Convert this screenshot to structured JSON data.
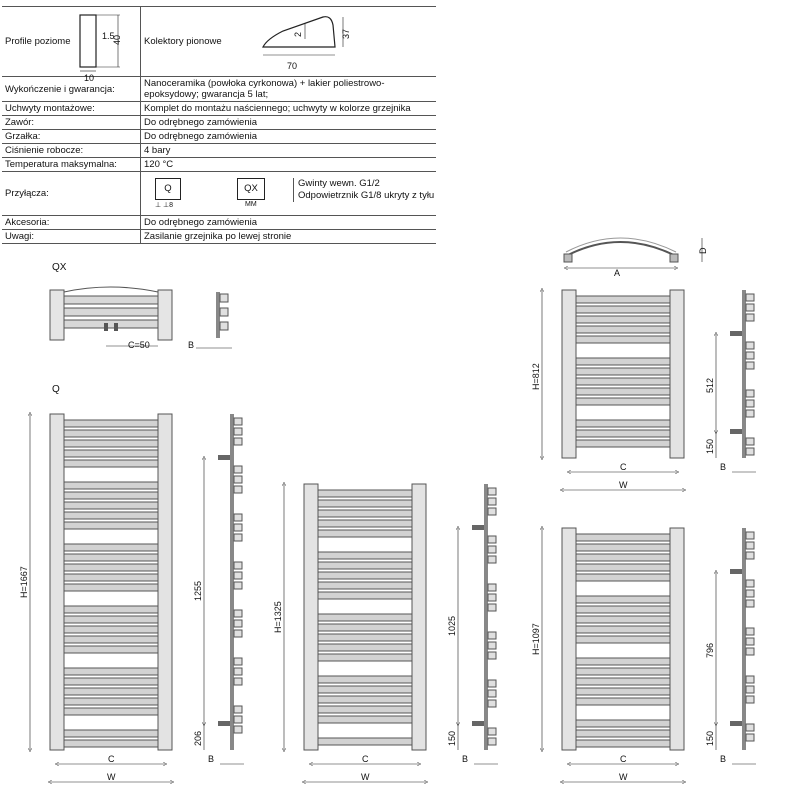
{
  "specs": {
    "profile_h_label": "Profile poziome",
    "profile_h_dims": {
      "w": "10",
      "t": "1.5",
      "h": "40"
    },
    "profile_v_label": "Kolektory pionowe",
    "profile_v_dims": {
      "w": "70",
      "t": "2",
      "h": "37"
    },
    "rows": [
      {
        "key": "Wykończenie i gwarancja:",
        "val": "Nanoceramika (powłoka cyrkonowa) + lakier poliestrowo-epoksydowy; gwarancja 5 lat;"
      },
      {
        "key": "Uchwyty montażowe:",
        "val": "Komplet do montażu naściennego; uchwyty w kolorze grzejnika"
      },
      {
        "key": "Zawór:",
        "val": "Do odrębnego zamówienia"
      },
      {
        "key": "Grzałka:",
        "val": "Do odrębnego zamówienia"
      },
      {
        "key": "Ciśnienie robocze:",
        "val": "4 bary"
      },
      {
        "key": "Temperatura maksymalna:",
        "val": "120 °C"
      }
    ],
    "przylacza": {
      "key": "Przyłącza:",
      "q": "Q",
      "qx": "QX",
      "q_sub": "⊥  ⊥8",
      "qx_sub": "MM",
      "thread": "Gwinty wewn. G1/2",
      "vent": "Odpowietrznik G1/8 ukryty z tyłu"
    },
    "rows2": [
      {
        "key": "Akcesoria:",
        "val": "Do odrębnego zamówienia"
      },
      {
        "key": "Uwagi:",
        "val": "Zasilanie grzejnika po lewej stronie"
      }
    ]
  },
  "drawings": {
    "qx_label": "QX",
    "q_label": "Q",
    "qx_c": "C=50",
    "qx_b": "B",
    "top_a": "A",
    "top_d": "D",
    "radiators": [
      {
        "h_label": "H=1667",
        "spacing": "1255",
        "bottom": "206",
        "c": "C",
        "w": "W",
        "b": "B"
      },
      {
        "h_label": "H=1325",
        "spacing": "1025",
        "bottom": "150",
        "c": "C",
        "w": "W",
        "b": "B"
      },
      {
        "h_label": "H=812",
        "spacing": "512",
        "bottom": "150",
        "c": "C",
        "w": "W",
        "b": "B"
      },
      {
        "h_label": "H=1097",
        "spacing": "796",
        "bottom": "150",
        "c": "C",
        "w": "W",
        "b": "B"
      }
    ]
  }
}
